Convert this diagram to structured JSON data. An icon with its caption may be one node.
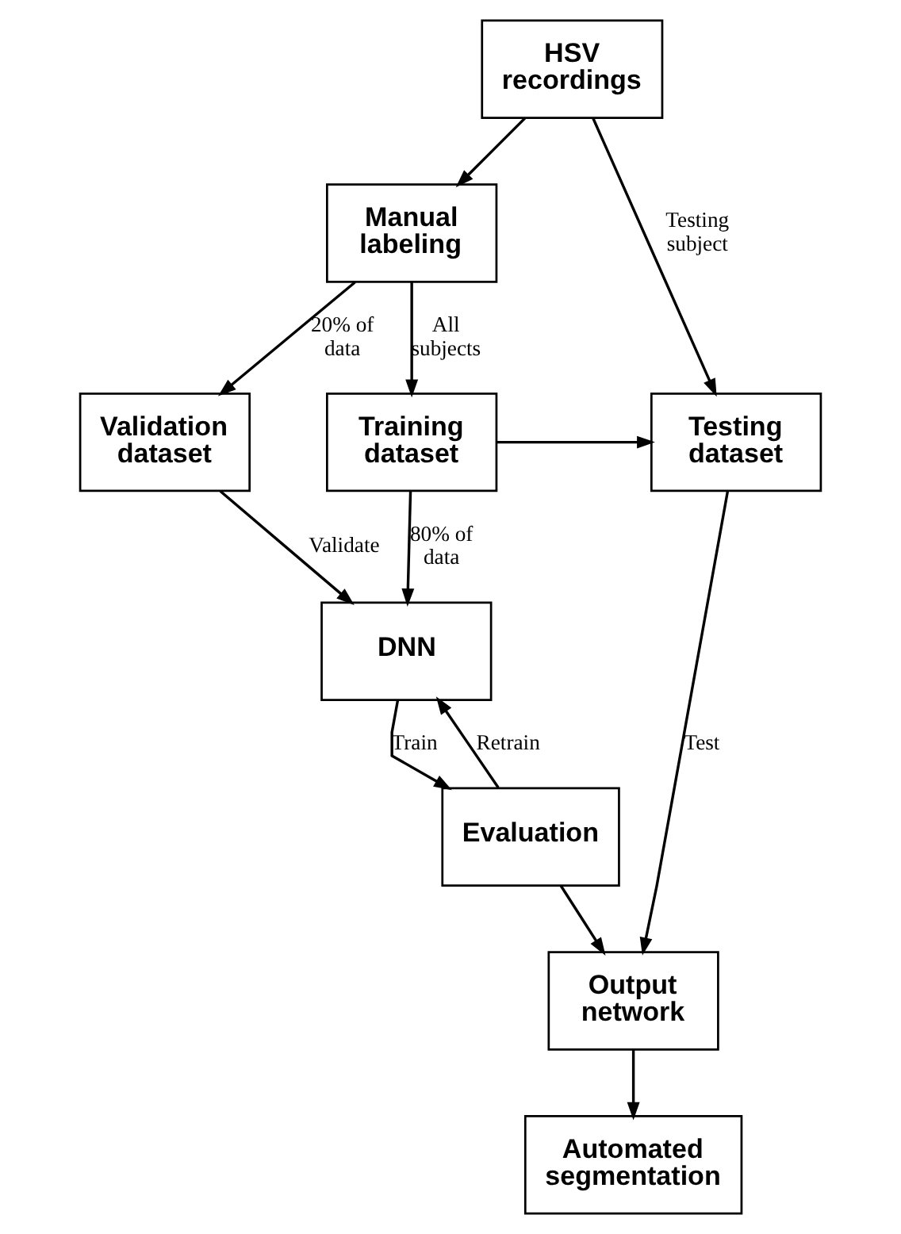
{
  "diagram": {
    "nodes": [
      {
        "text": [
          "HSV recordings"
        ]
      },
      {
        "text": [
          "Manual labeling"
        ]
      },
      {
        "text": [
          "Validation dataset"
        ]
      },
      {
        "text": [
          "Training dataset"
        ]
      },
      {
        "text": [
          "Testing dataset"
        ]
      },
      {
        "text": [
          "DNN"
        ]
      },
      {
        "text": [
          "Evaluation"
        ]
      },
      {
        "text": [
          "Output network"
        ]
      },
      {
        "text": [
          "Automated segmentation"
        ]
      }
    ],
    "edges": [
      {
        "from": 0,
        "to": 1,
        "arrow": "to"
      },
      {
        "from": 0,
        "to": 4,
        "arrow": "to",
        "label": "Testing subject"
      },
      {
        "from": 1,
        "to": 2,
        "arrow": "to",
        "label": "20% of data"
      },
      {
        "from": 1,
        "to": 3,
        "arrow": "to",
        "label": "All subjects"
      },
      {
        "from": 3,
        "to": 4,
        "arrow": "to"
      },
      {
        "from": 2,
        "to": 5,
        "arrow": "to",
        "label": "Validate"
      },
      {
        "from": 3,
        "to": 5,
        "arrow": "to",
        "label": "80% of data"
      },
      {
        "from": 5,
        "to": 6,
        "arrow": "to",
        "label": "Train"
      },
      {
        "from": 6,
        "to": 5,
        "arrow": "to",
        "label": "Retrain"
      },
      {
        "from": 6,
        "to": 7,
        "arrow": "to"
      },
      {
        "from": 4,
        "to": 7,
        "arrow": "to",
        "label": "Test"
      },
      {
        "from": 7,
        "to": 8,
        "arrow": "to"
      }
    ]
  }
}
